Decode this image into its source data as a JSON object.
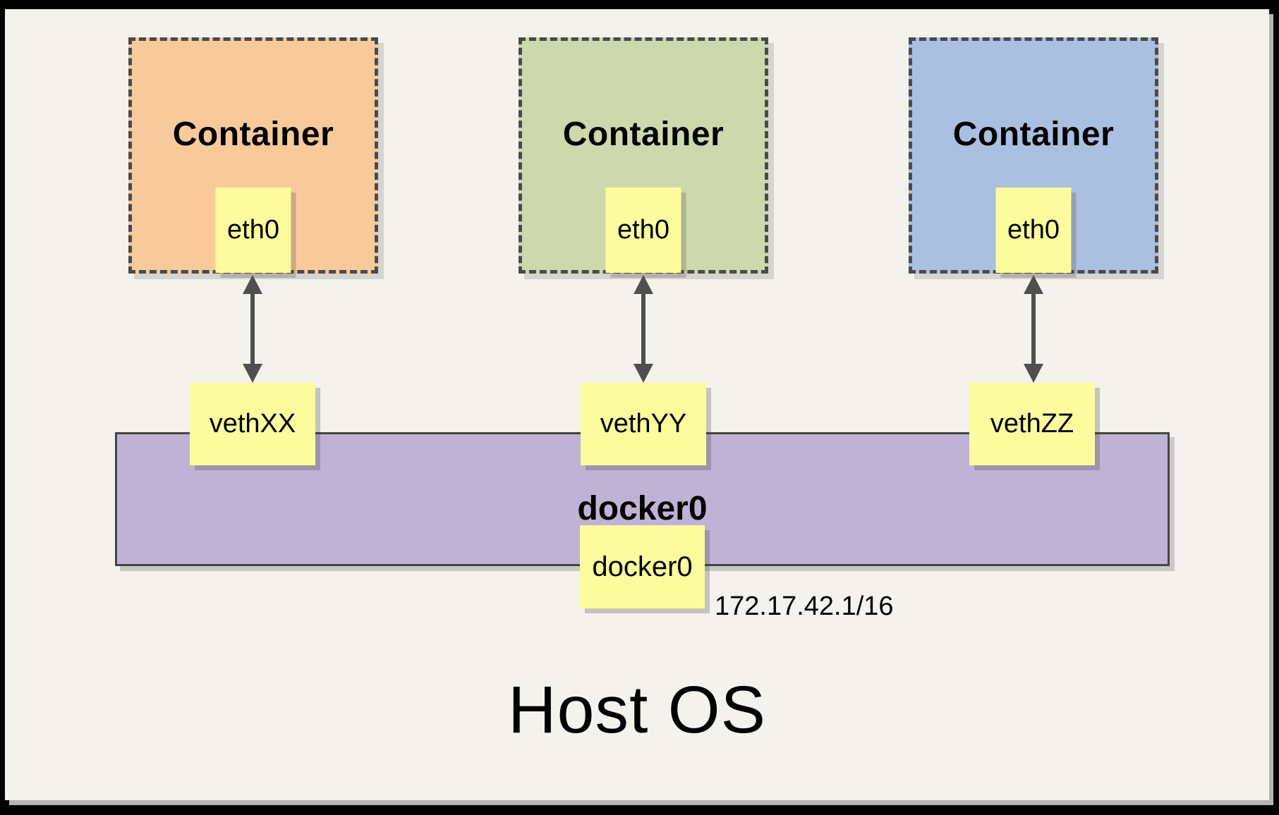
{
  "host": {
    "label": "Host OS"
  },
  "bridge": {
    "name": "docker0",
    "interface": "docker0",
    "ip": "172.17.42.1/16",
    "color": "#C0B2D4"
  },
  "containers": [
    {
      "title": "Container",
      "interface": "eth0",
      "veth": "vethXX",
      "color": "#F8CA9B"
    },
    {
      "title": "Container",
      "interface": "eth0",
      "veth": "vethYY",
      "color": "#CDD9AC"
    },
    {
      "title": "Container",
      "interface": "eth0",
      "veth": "vethZZ",
      "color": "#AAC0E0"
    }
  ],
  "colors": {
    "panel_bg": "#F4F2EC",
    "frame": "#000000",
    "dashed_border": "#4A4A4A",
    "arrow": "#4F4F4F",
    "note_yellow": "#FCFC9E"
  }
}
